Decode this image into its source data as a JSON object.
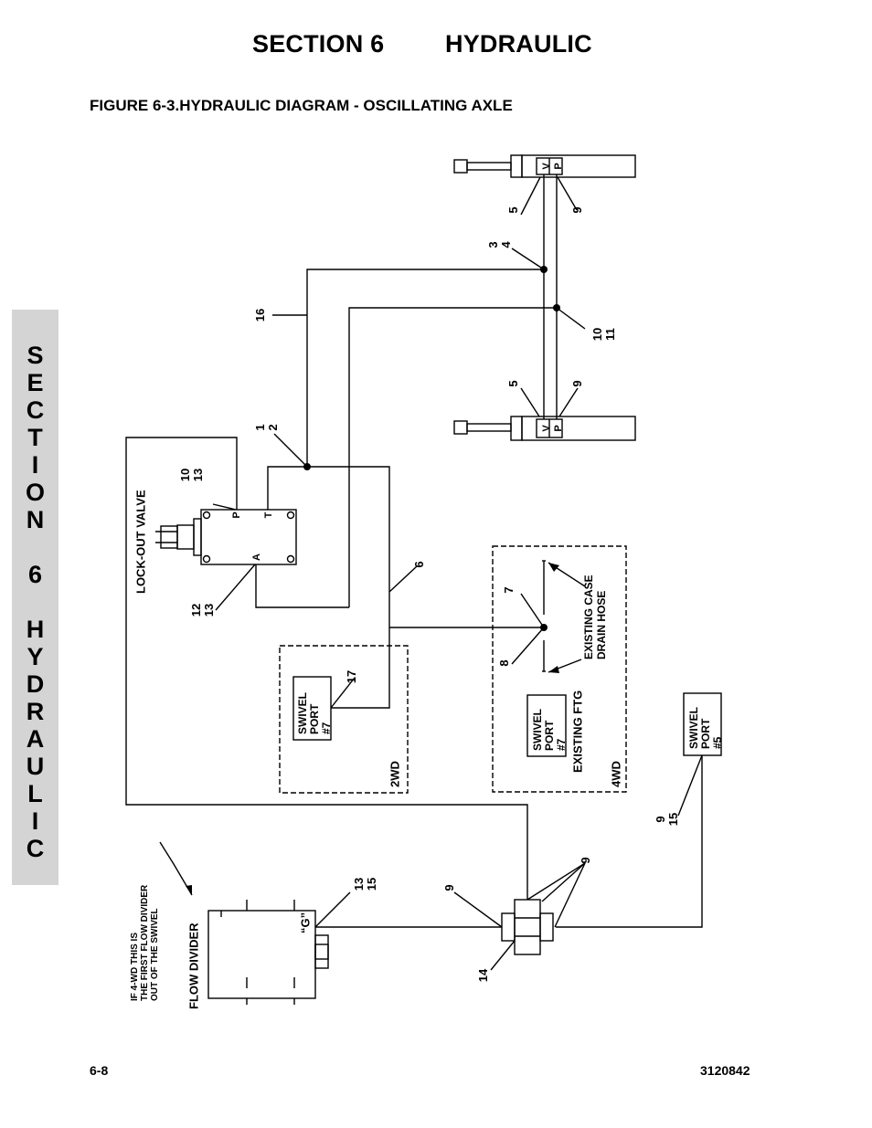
{
  "header": {
    "section": "SECTION 6",
    "title": "HYDRAULIC"
  },
  "figure_title": "FIGURE 6-3.HYDRAULIC DIAGRAM - OSCILLATING AXLE",
  "side_tab": {
    "letters": [
      "S",
      "E",
      "C",
      "T",
      "I",
      "O",
      "N",
      "",
      "6",
      "",
      "H",
      "Y",
      "D",
      "R",
      "A",
      "U",
      "L",
      "I",
      "C"
    ]
  },
  "footer": {
    "page": "6-8",
    "doc_number": "3120842"
  },
  "diagram": {
    "components": {
      "lockout_valve": "LOCK-OUT VALVE",
      "flow_divider": "FLOW DIVIDER",
      "swivel_port7_2wd": "SWIVEL PORT #7",
      "swivel_port7_4wd": "SWIVEL PORT #7",
      "swivel_port5": "SWIVEL PORT #5",
      "existing_case_drain": "EXISTING CASE DRAIN HOSE",
      "existing_ftg": "EXISTING FTG",
      "box_2wd": "2WD",
      "box_4wd": "4WD",
      "g_port": "“G”",
      "note": "IF 4-WD THIS IS THE FIRST FLOW DIVIDER OUT OF THE SWIVEL"
    },
    "port_letters": {
      "v": "V",
      "p": "P",
      "t": "T",
      "a": "A"
    },
    "callouts": {
      "c5_top": "5",
      "c9_top": "9",
      "c34": "3 4",
      "c16": "16",
      "c1011": "10 11",
      "c5_bot": "5",
      "c9_bot": "9",
      "c12": "1 2",
      "c1013": "10 13",
      "c1213": "12 13",
      "c6": "6",
      "c7": "7",
      "c8": "8",
      "c17": "17",
      "c915": "9 15",
      "c9_left": "9",
      "c9_right": "9",
      "c1315": "13 15",
      "c14": "14"
    }
  }
}
